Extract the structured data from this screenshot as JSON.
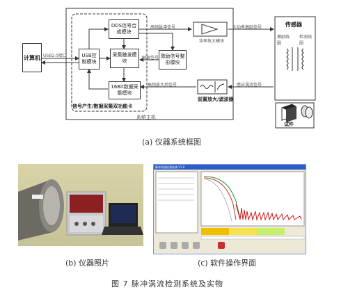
{
  "diagram": {
    "computer": "计算机",
    "usb_link": "USB2.0接口",
    "usb_module": "USB控制模块",
    "dds_module": "DDS信号合成模块",
    "acq_trigger": "采集触发模块",
    "adc_module": "16Bit数据采集模块",
    "drive_shaping": "激励信号整形模块",
    "power_amp": "功率放大模块",
    "preamp": "前置放大/滤波器",
    "sensor": "传感器",
    "excitation_coil": "激励线圈",
    "detection_coil": "检测线圈",
    "specimen": "试件",
    "card_label": "信号产生/数据采集双功能卡",
    "host_label": "系统主机",
    "sig_pulse": "高频脉冲信号",
    "sig_trigger": "触发信号",
    "sig_drive": "大功率激励信号",
    "sig_amp_eddy": "高频放大后信号",
    "sig_eddy": "感应涡流信号"
  },
  "captions": {
    "a": "(a) 仪器系统框图",
    "b": "(b) 仪器照片",
    "c": "(c) 软件操作界面",
    "figure": "图 7  脉冲涡流检测系统及实物"
  },
  "software": {
    "window_title": "脉冲涡流检测系统 V1.0"
  }
}
